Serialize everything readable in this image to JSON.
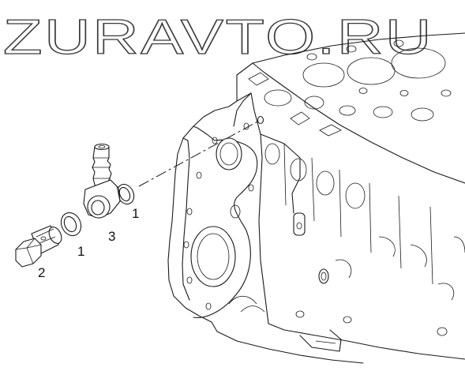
{
  "watermark": {
    "text": "ZURAVTO.RU"
  },
  "reference": {
    "code": ""
  },
  "callouts": [
    {
      "id": "washer-right",
      "label": "1"
    },
    {
      "id": "banjo-bolt",
      "label": "2"
    },
    {
      "id": "banjo-fitting",
      "label": "3"
    },
    {
      "id": "washer-left",
      "label": "1"
    }
  ]
}
